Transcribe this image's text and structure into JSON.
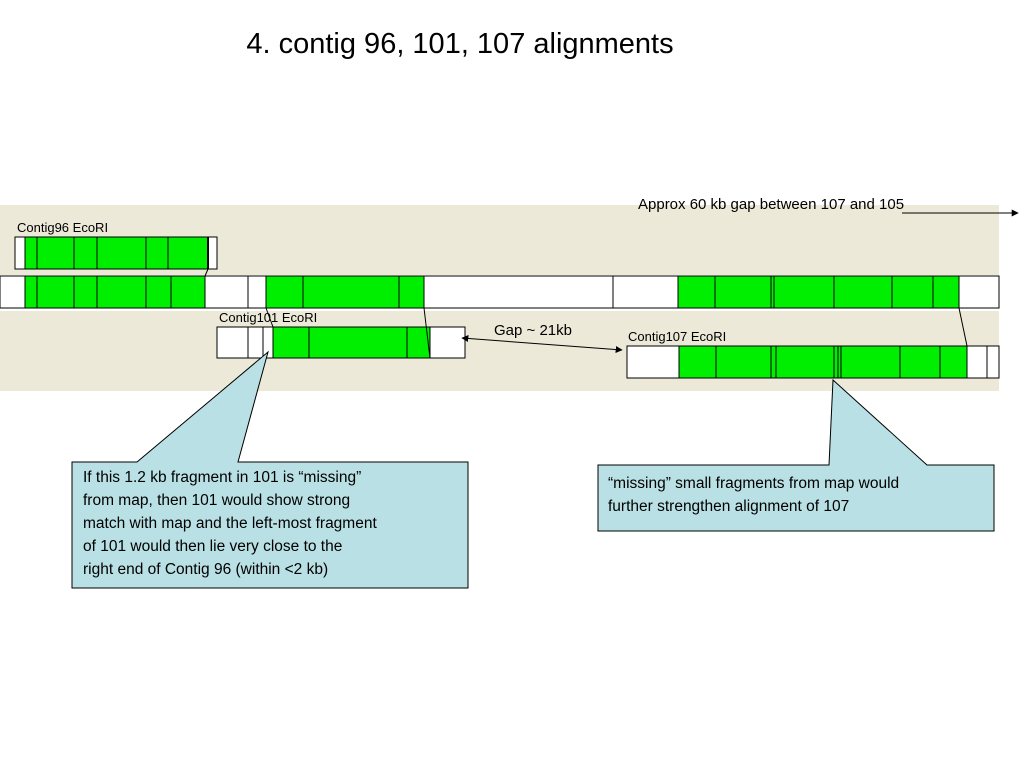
{
  "slide": {
    "title": "4. contig 96, 101, 107 alignments"
  },
  "labels": {
    "contig96": "Contig96 EcoRI",
    "contig101": "Contig101 EcoRI",
    "contig107": "Contig107 EcoRI",
    "gap_note": "Approx 60 kb gap between 107 and 105",
    "gap_21": "Gap ~ 21kb"
  },
  "callouts": {
    "left_lines": [
      "If this 1.2 kb fragment in 101 is “missing”",
      "from map, then 101 would show strong",
      "match with map and the left-most fragment",
      "of 101 would then lie very close to the",
      "right end of Contig 96 (within <2 kb)"
    ],
    "right_lines": [
      "“missing” small fragments from map would",
      "further strengthen alignment of 107"
    ]
  },
  "colors": {
    "match": "#00ee00",
    "unmatched": "#ffffff",
    "band": "#ece9d8",
    "callout_fill": "#b9e0e4",
    "outline": "#000000"
  }
}
